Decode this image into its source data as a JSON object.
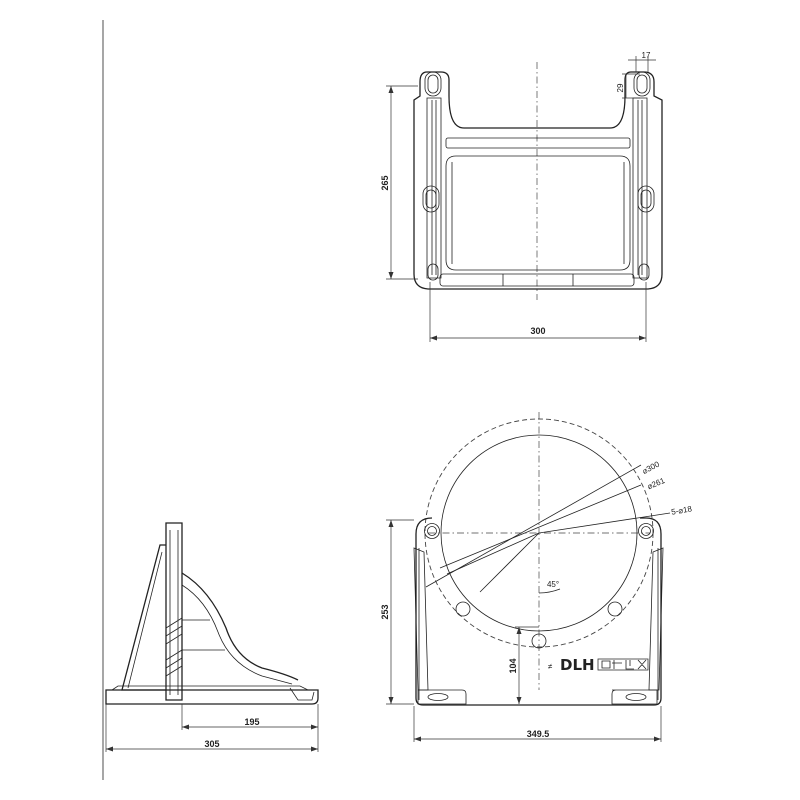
{
  "top_view": {
    "dim_width": "300",
    "dim_height": "265",
    "dim_slot_width": "17",
    "dim_slot_length": "29"
  },
  "front_view": {
    "dim_pcd_outer": "⌀300",
    "dim_pcd_inner": "⌀261",
    "dim_holes": "5-⌀18",
    "dim_angle": "45°",
    "dim_total_height": "253",
    "dim_center_height": "104",
    "dim_base_width": "349.5",
    "logo_text": "DLH"
  },
  "side_view": {
    "dim_inner": "195",
    "dim_overall": "305"
  }
}
